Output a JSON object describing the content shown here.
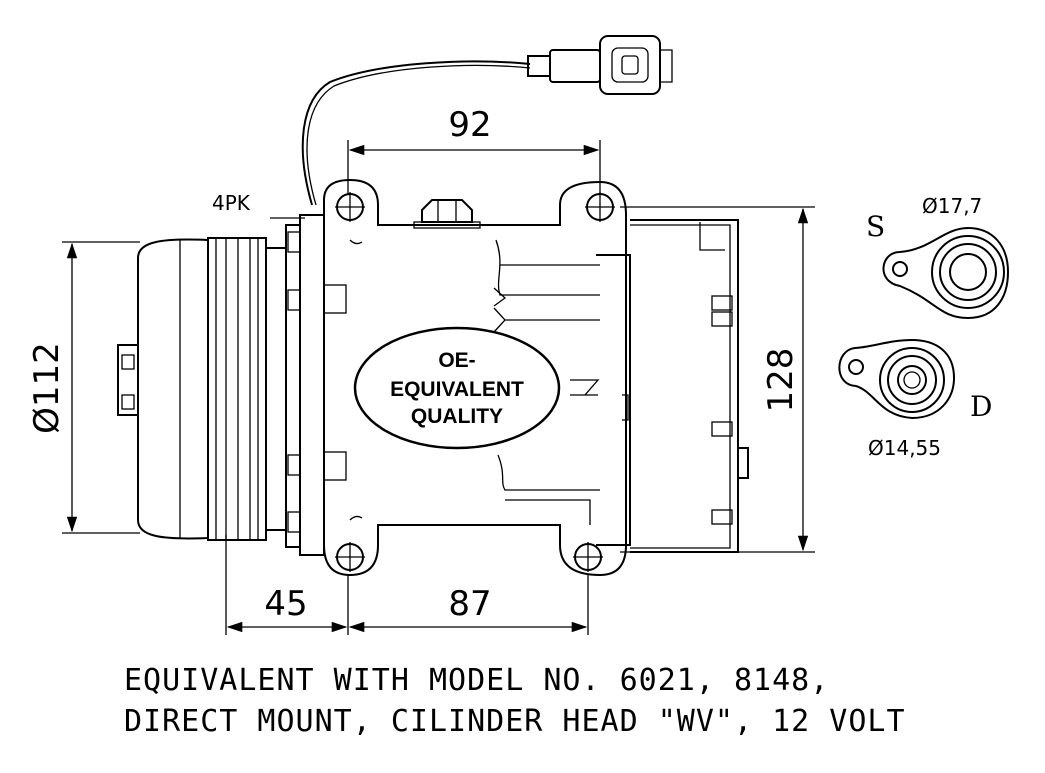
{
  "dimensions": {
    "width_top": "92",
    "diameter_pulley": "Ø112",
    "height_right": "128",
    "offset_bottom_left": "45",
    "width_bottom": "87"
  },
  "labels": {
    "belt": "4PK",
    "suction_port": "S",
    "discharge_port": "D",
    "suction_diameter": "Ø17,7",
    "discharge_diameter": "Ø14,55"
  },
  "badge": {
    "line1": "OE-",
    "line2": "EQUIVALENT",
    "line3": "QUALITY"
  },
  "caption": {
    "line1": "EQUIVALENT WITH MODEL NO. 6021, 8148,",
    "line2": "DIRECT MOUNT, CILINDER HEAD \"WV\", 12 VOLT"
  }
}
